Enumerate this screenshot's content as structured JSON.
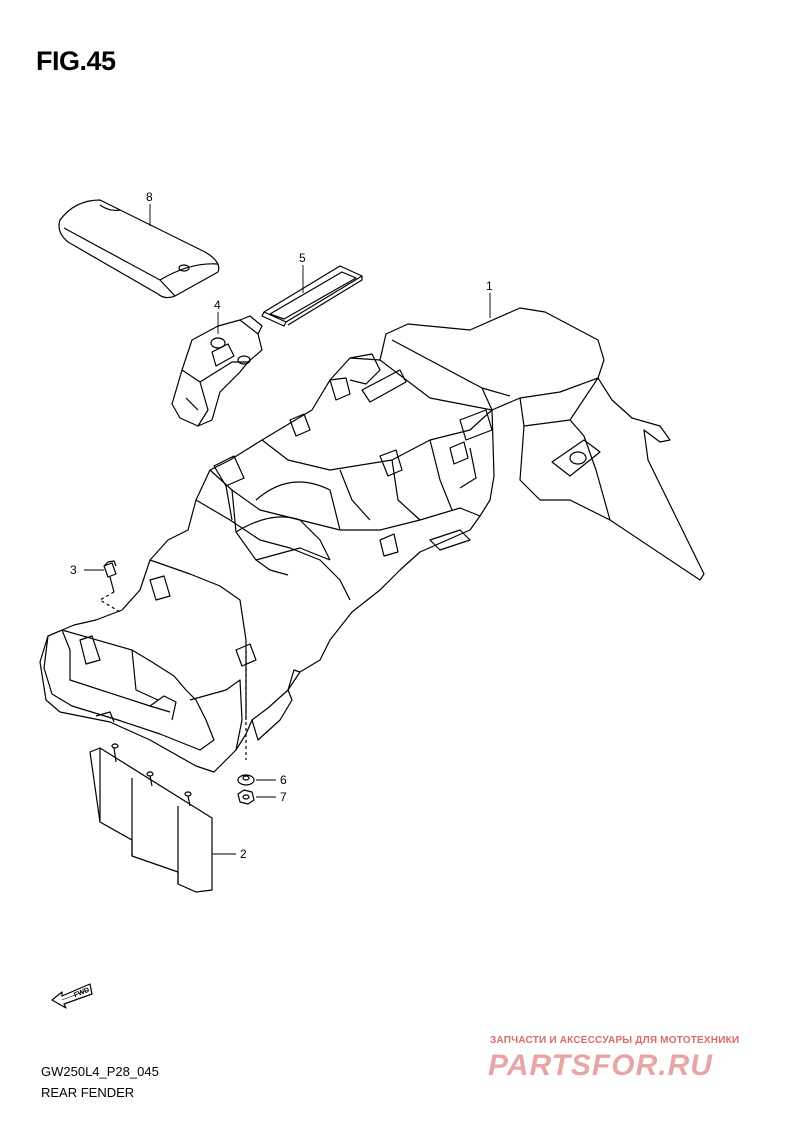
{
  "figure": {
    "title": "FIG.45",
    "code": "GW250L4_P28_045",
    "name": "REAR FENDER"
  },
  "callouts": [
    {
      "num": "1",
      "part": "rear-fender-main"
    },
    {
      "num": "2",
      "part": "mud-flap"
    },
    {
      "num": "3",
      "part": "bolt"
    },
    {
      "num": "4",
      "part": "battery-holder"
    },
    {
      "num": "5",
      "part": "battery-strap"
    },
    {
      "num": "6",
      "part": "washer"
    },
    {
      "num": "7",
      "part": "nut"
    },
    {
      "num": "8",
      "part": "tool-bag"
    }
  ],
  "fwd_label": "FWD",
  "watermark": {
    "subtitle": "ЗАПЧАСТИ И АКСЕССУАРЫ ДЛЯ МОТОТЕХНИКИ",
    "brand": "PARTSFOR.RU"
  },
  "colors": {
    "line": "#000000",
    "watermark": "#e9a5a5",
    "watermark_text": "#d86a6a"
  }
}
